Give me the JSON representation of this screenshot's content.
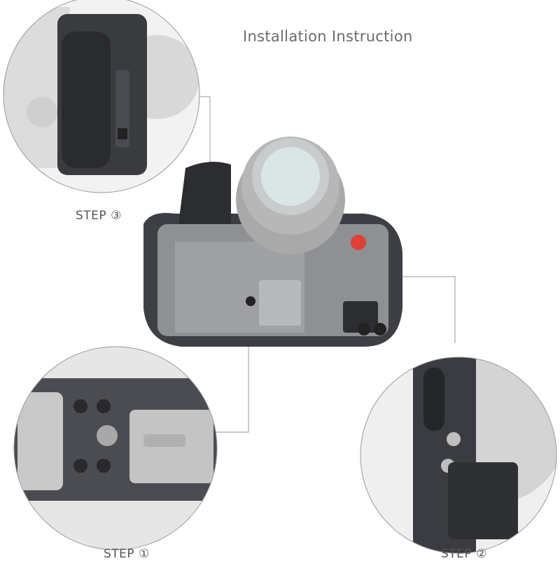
{
  "title": "Installation Instruction",
  "steps": [
    {
      "label": "STEP ③"
    },
    {
      "label": "STEP ①"
    },
    {
      "label": "STEP ②"
    }
  ],
  "colors": {
    "cage": "#3d3f44",
    "camera": "#9a9a9a",
    "accent": "#e0403a",
    "line": "#9a9a9a"
  }
}
